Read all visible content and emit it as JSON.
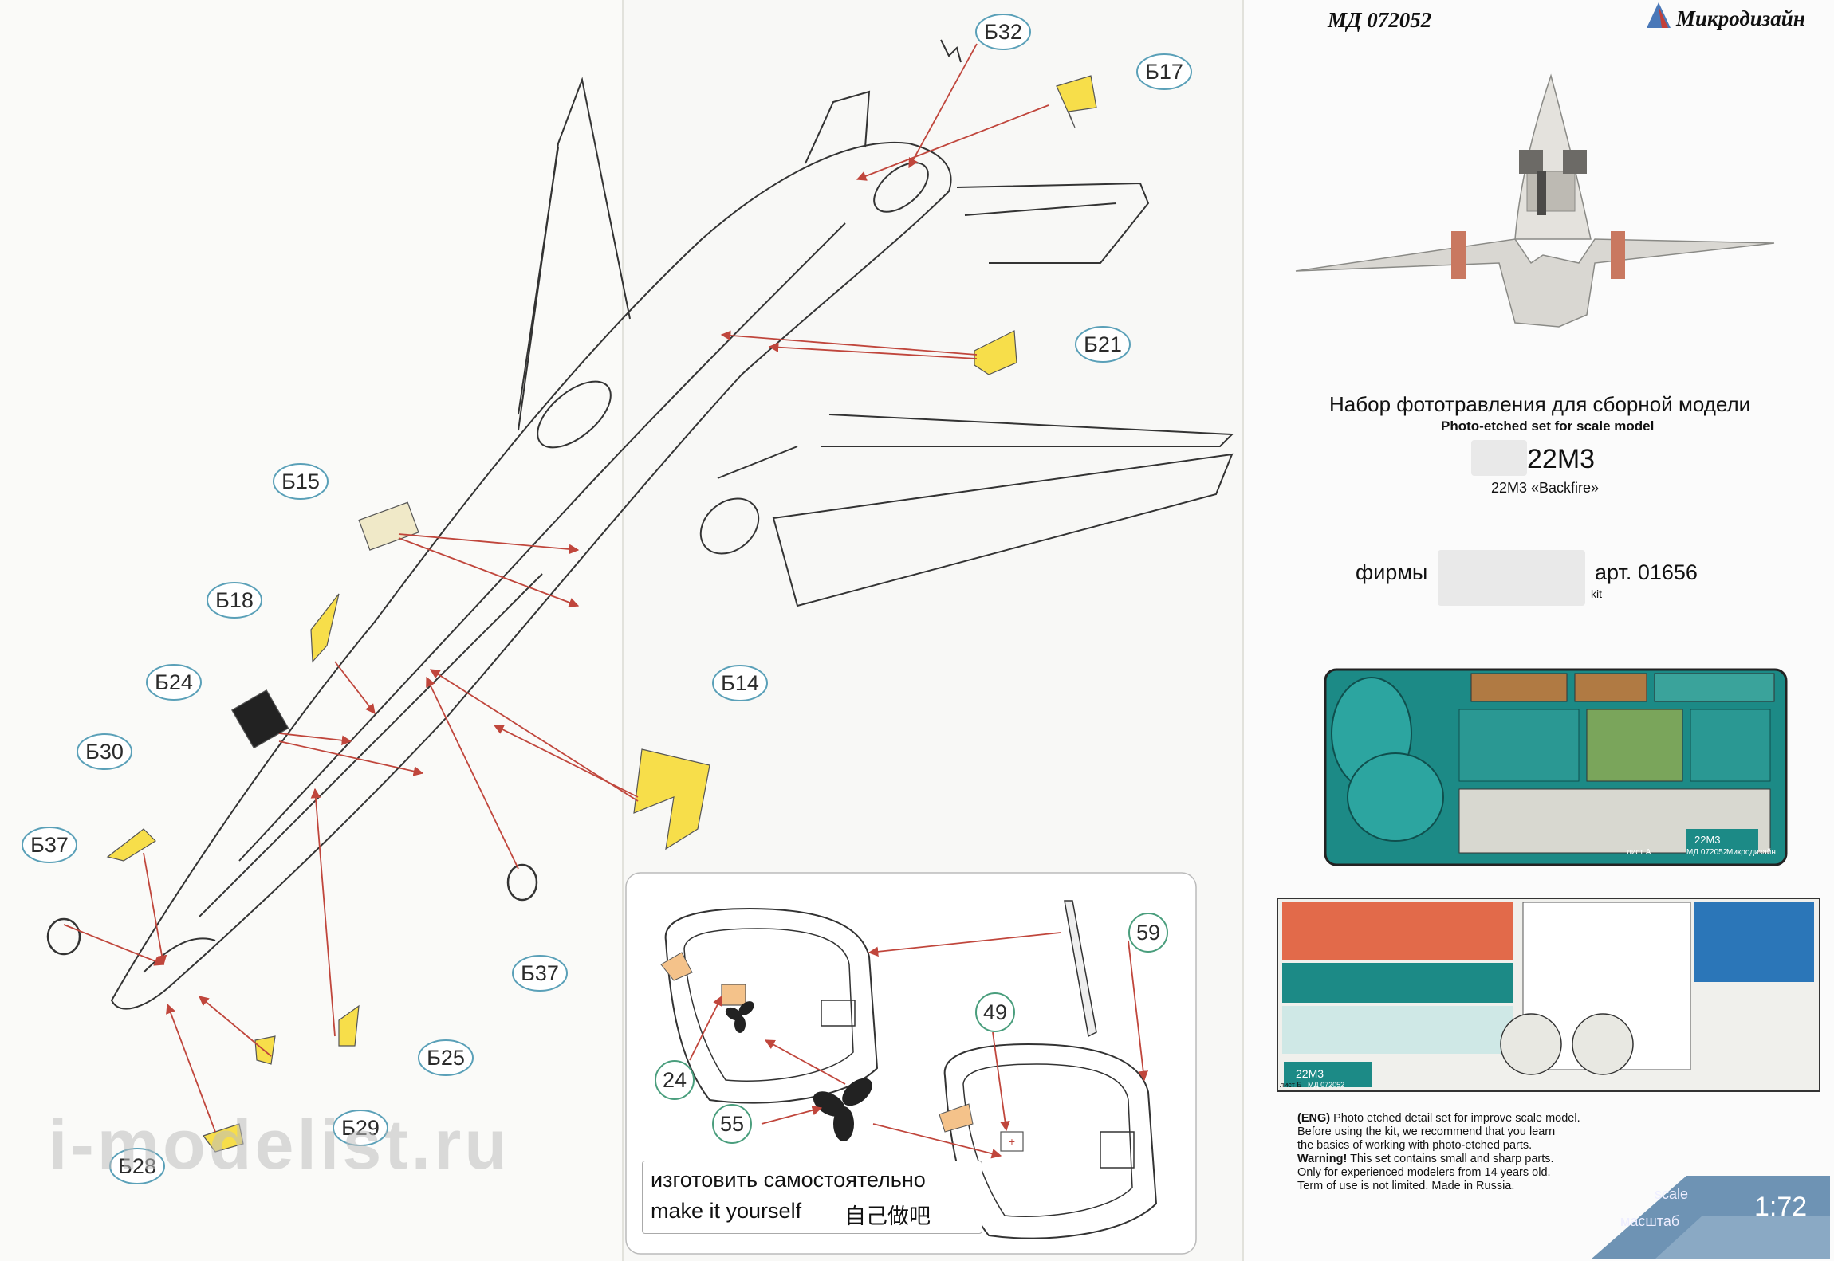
{
  "header": {
    "article_code": "МД 072052",
    "brand": "Микродизайн"
  },
  "title": {
    "ru": "Набор фототравления для сборной модели",
    "en": "Photo-etched set for scale model",
    "model_ru": "22М3",
    "model_en": "22M3 «Backfire»",
    "firm_prefix": "фирмы",
    "firm_art": "арт. 01656",
    "kit_suffix": "kit"
  },
  "callouts": {
    "b32": "Б32",
    "b17": "Б17",
    "b21": "Б21",
    "b15": "Б15",
    "b18": "Б18",
    "b24": "Б24",
    "b14": "Б14",
    "b30": "Б30",
    "b37a": "Б37",
    "b37b": "Б37",
    "b25": "Б25",
    "b29": "Б29",
    "b28": "Б28",
    "n59": "59",
    "n49": "49",
    "n24": "24",
    "n55": "55"
  },
  "diy": {
    "ru": "изготовить самостоятельно",
    "en": "make it yourself",
    "cn": "自己做吧"
  },
  "sheet_a": {
    "label": "22М3",
    "code": "МД 072052",
    "sheet": "лист А",
    "brand": "Микродизайн"
  },
  "sheet_b": {
    "label": "22М3",
    "code": "МД 072052",
    "sheet": "лист Б"
  },
  "notes": {
    "line1_bold": "(ENG)",
    "line1": " Photo etched detail set for improve scale model.",
    "line2": "Before using the kit, we recommend that you learn",
    "line3": "the basics of working with photo-etched parts.",
    "line4_bold": "Warning!",
    "line4": " This set contains small and sharp parts.",
    "line5": "Only for experienced modelers from 14 years old.",
    "line6": "Term of use is not limited. Made in Russia."
  },
  "scale": {
    "en": "scale",
    "ru": "масштаб",
    "value": "1:72"
  },
  "watermark": "i-modelist.ru",
  "colors": {
    "part_yellow": "#f7de4a",
    "callout_border": "#5aa0b8",
    "arrow": "#c0463c",
    "etch_teal": "#1f8f8a",
    "scale_blue": "#6e93b4"
  }
}
